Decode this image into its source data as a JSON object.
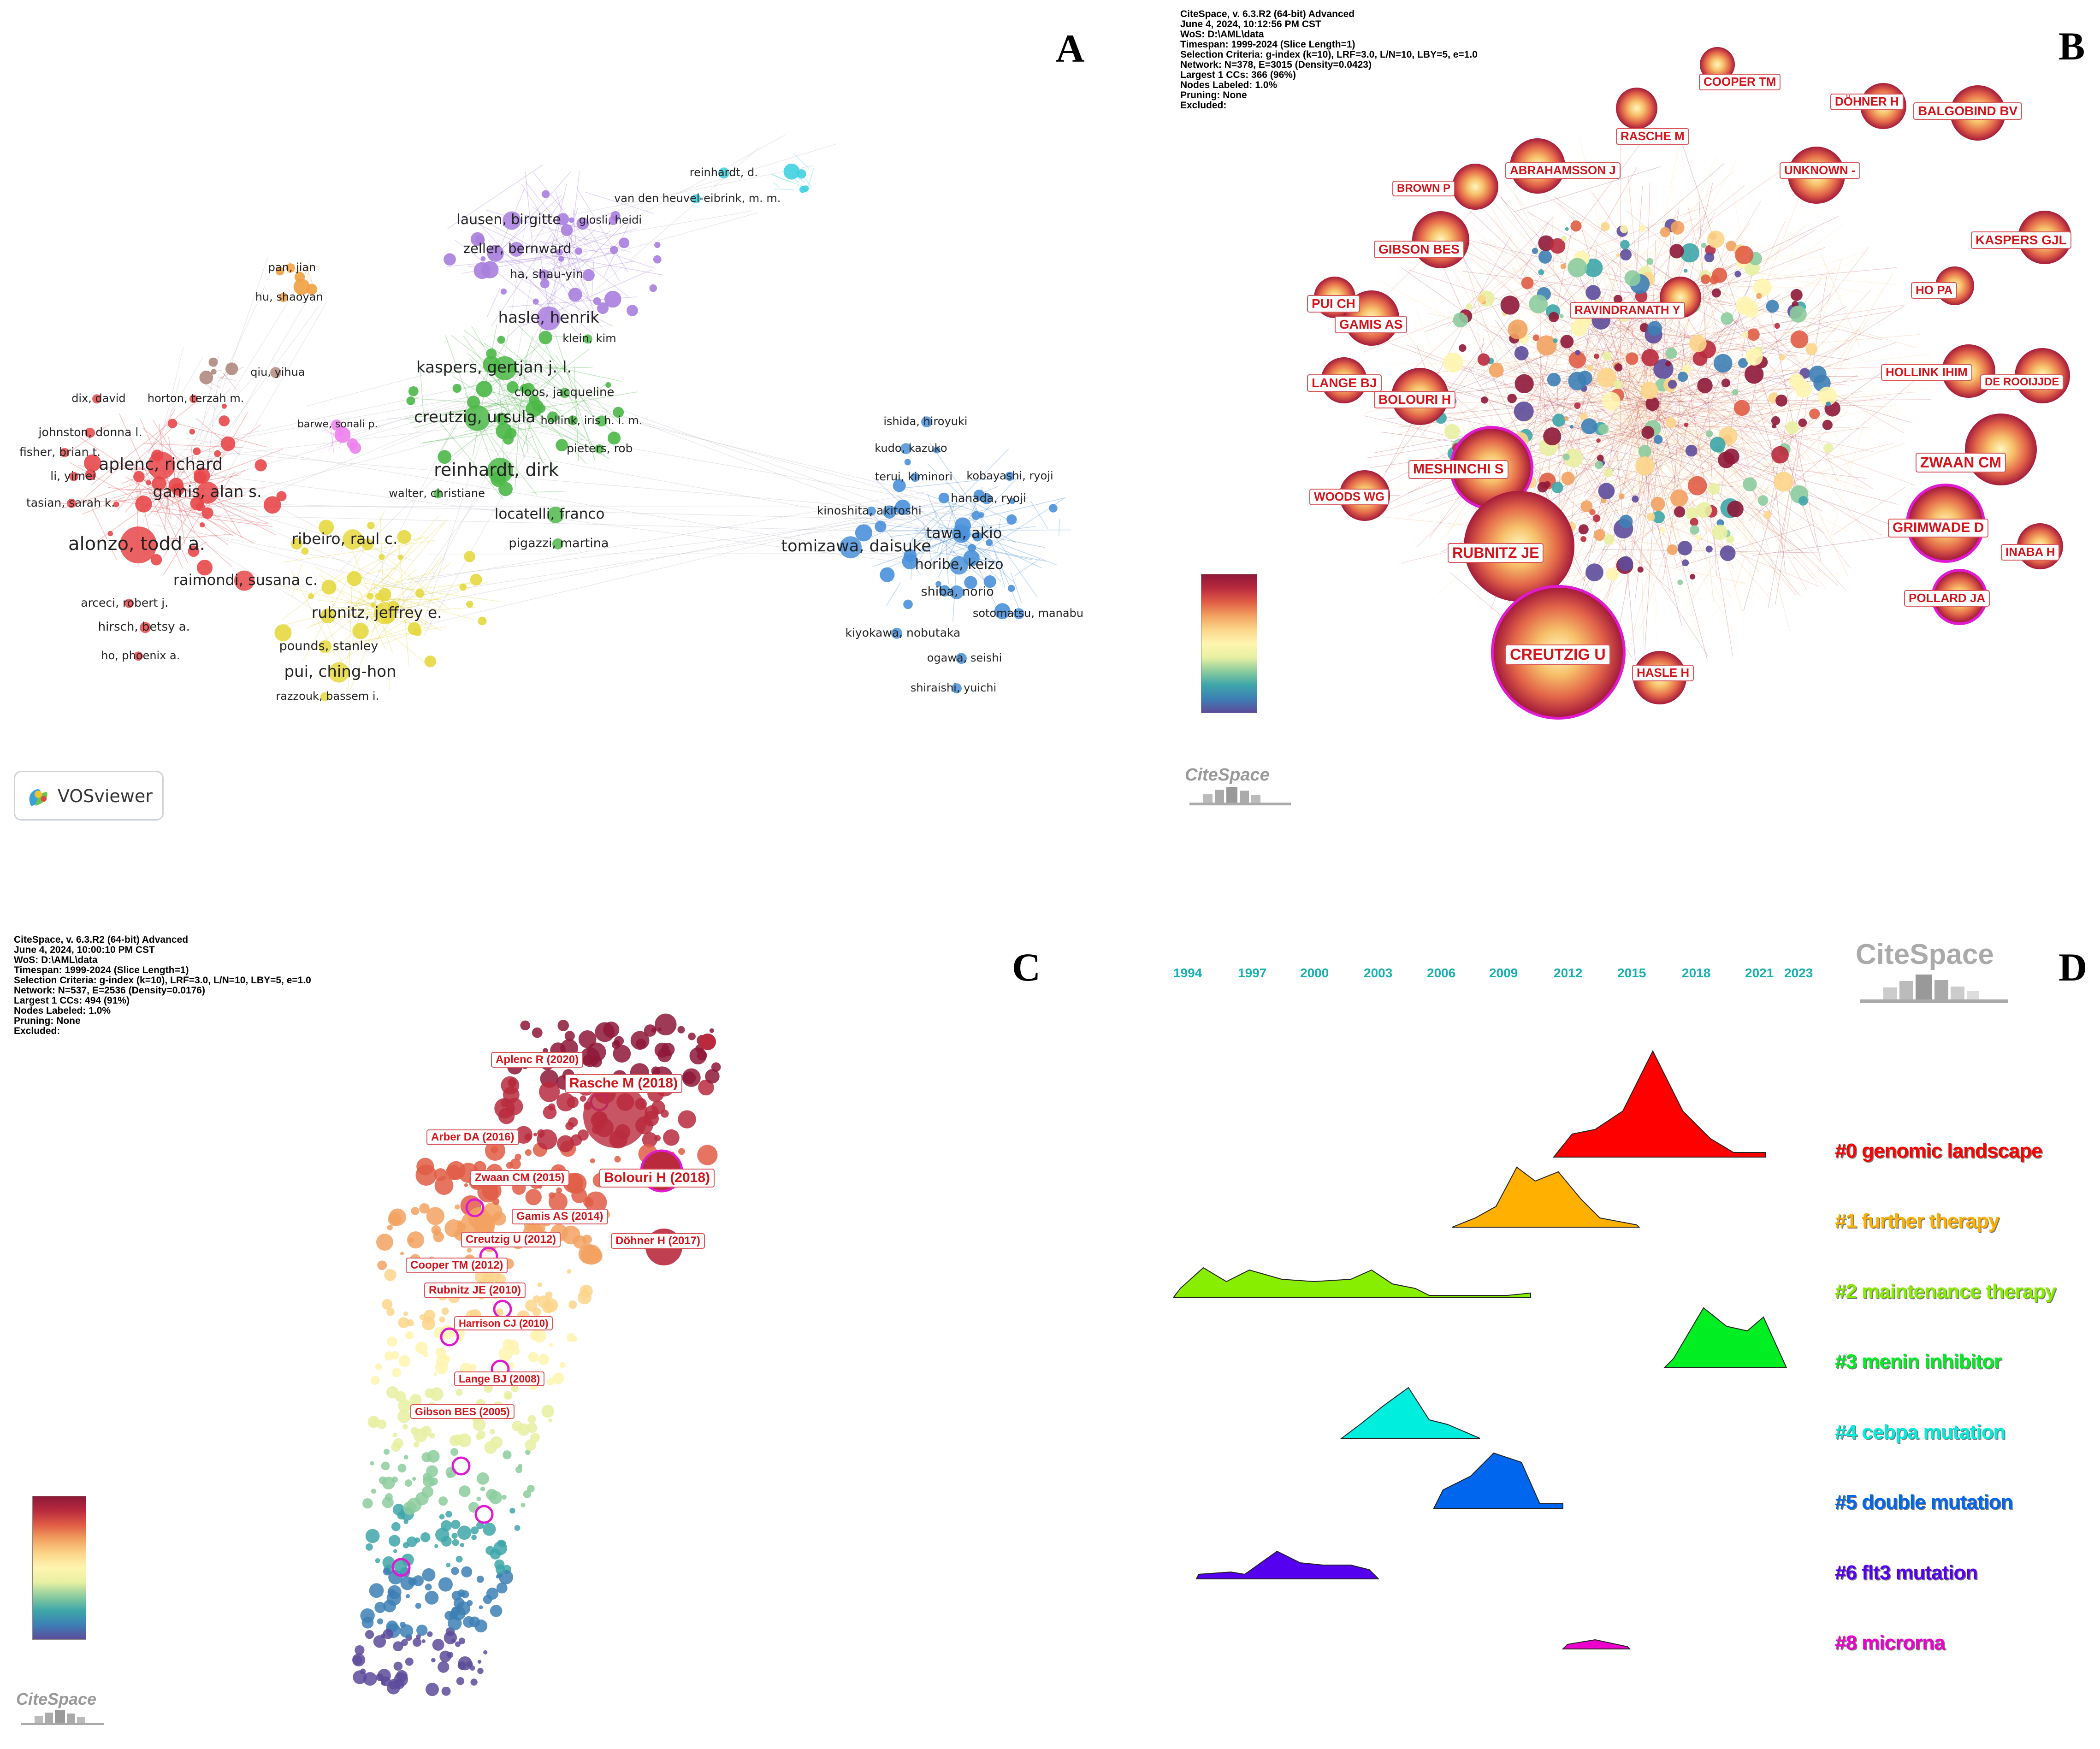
{
  "panels": {
    "A": {
      "letter": "A",
      "logo_text": "VOSviewer",
      "clusters": [
        {
          "color": "#e8474a",
          "labels": [
            "dix, david",
            "horton, terzah m.",
            "johnston, donna l.",
            "fisher, brian t.",
            "li, yimei",
            "aplenc, richard",
            "gamis, alan s.",
            "tasian, sarah k.",
            "alonzo, todd a.",
            "raimondi, susana c.",
            "arceci, robert j.",
            "hirsch, betsy a.",
            "ho, phoenix a."
          ]
        },
        {
          "color": "#e6d840",
          "labels": [
            "ribeiro, raul c.",
            "rubnitz, jeffrey e.",
            "pounds, stanley",
            "pui, ching-hon",
            "razzouk, bassem i."
          ]
        },
        {
          "color": "#4cb848",
          "labels": [
            "kaspers, gertjan j. l.",
            "klein, kim",
            "cloos, jacqueline",
            "creutzig, ursula",
            "hollink, iris h. i. m.",
            "pieters, rob",
            "reinhardt, dirk",
            "walter, christiane",
            "locatelli, franco",
            "pigazzi, martina"
          ]
        },
        {
          "color": "#a97ede",
          "labels": [
            "lausen, birgitte",
            "glosli, heidi",
            "zeller, bernward",
            "ha, shau-yin",
            "hasle, henrik"
          ]
        },
        {
          "color": "#4a90d9",
          "labels": [
            "ishida, hiroyuki",
            "kudo, kazuko",
            "kobayashi, ryoji",
            "terui, kiminori",
            "hanada, ryoji",
            "kinoshita, akitoshi",
            "tawa, akio",
            "tomizawa, daisuke",
            "horibe, keizo",
            "shiba, norio",
            "sotomatsu, manabu",
            "kiyokawa, nobutaka",
            "ogawa, seishi",
            "shiraishi, yuichi"
          ]
        },
        {
          "color": "#f0a040",
          "labels": [
            "pan, jian",
            "hu, shaoyan"
          ]
        },
        {
          "color": "#b08a80",
          "labels": [
            "qiu, yihua"
          ]
        },
        {
          "color": "#ee82ee",
          "labels": [
            "barwe, sonali p."
          ]
        },
        {
          "color": "#40d0e0",
          "labels": [
            "reinhardt, d.",
            "van den heuvel-eibrink, m. m."
          ]
        }
      ]
    },
    "B": {
      "letter": "B",
      "info_lines": [
        "CiteSpace, v. 6.3.R2 (64-bit) Advanced",
        "June 4, 2024, 10:12:56 PM CST",
        "WoS: D:\\AML\\data",
        "Timespan: 1999-2024 (Slice Length=1)",
        "Selection Criteria: g-index (k=10), LRF=3.0, L/N=10, LBY=5, e=1.0",
        "Network: N=378, E=3015 (Density=0.0423)",
        "Largest 1 CCs: 366 (96%)",
        "Nodes Labeled: 1.0%",
        "Pruning: None",
        "Excluded:"
      ],
      "node_labels": [
        "COOPER TM",
        "DÖHNER H",
        "BALGOBIND BV",
        "RASCHE M",
        "ABRAHAMSSON J",
        "UNKNOWN -",
        "BROWN P",
        "GIBSON BES",
        "KASPERS GJL",
        "HO PA",
        "PUI CH",
        "GAMIS AS",
        "RAVINDRANATH Y",
        "LANGE BJ",
        "BOLOURI H",
        "HOLLINK IHIM",
        "DE ROOIJJDE",
        "MESHINCHI S",
        "ZWAAN CM",
        "WOODS WG",
        "RUBNITZ JE",
        "GRIMWADE D",
        "INABA H",
        "POLLARD JA",
        "CREUTZIG U",
        "HASLE H"
      ],
      "logo_text": "CiteSpace"
    },
    "C": {
      "letter": "C",
      "info_lines": [
        "CiteSpace, v. 6.3.R2 (64-bit) Advanced",
        "June 4, 2024, 10:00:10 PM CST",
        "WoS: D:\\AML\\data",
        "Timespan: 1999-2024 (Slice Length=1)",
        "Selection Criteria: g-index (k=10), LRF=3.0, L/N=10, LBY=5, e=1.0",
        "Network: N=537, E=2536 (Density=0.0176)",
        "Largest 1 CCs: 494 (91%)",
        "Nodes Labeled: 1.0%",
        "Pruning: None",
        "Excluded:"
      ],
      "node_labels": [
        "Aplenc R (2020)",
        "Rasche M (2018)",
        "Arber DA (2016)",
        "Bolouri H (2018)",
        "Zwaan CM (2015)",
        "Gamis AS (2014)",
        "Creutzig U (2012)",
        "Döhner H (2017)",
        "Cooper TM (2012)",
        "Rubnitz JE (2010)",
        "Harrison CJ (2010)",
        "Lange BJ (2008)",
        "Gibson BES (2005)"
      ],
      "logo_text": "CiteSpace"
    },
    "D": {
      "letter": "D",
      "logo_text": "CiteSpace",
      "years": [
        "1994",
        "1997",
        "2000",
        "2003",
        "2006",
        "2009",
        "2012",
        "2015",
        "2018",
        "2021",
        "2023"
      ],
      "clusters": [
        {
          "label": "#0 genomic landscape",
          "color": "#ff0000"
        },
        {
          "label": "#1 further therapy",
          "color": "#ffb000"
        },
        {
          "label": "#2 maintenance therapy",
          "color": "#88ee00"
        },
        {
          "label": "#3 menin inhibitor",
          "color": "#00ee22"
        },
        {
          "label": "#4 cebpa mutation",
          "color": "#00eedd"
        },
        {
          "label": "#5 double mutation",
          "color": "#0066ee"
        },
        {
          "label": "#6 flt3 mutation",
          "color": "#5500ee"
        },
        {
          "label": "#8 microrna",
          "color": "#ee00cc"
        }
      ]
    }
  }
}
